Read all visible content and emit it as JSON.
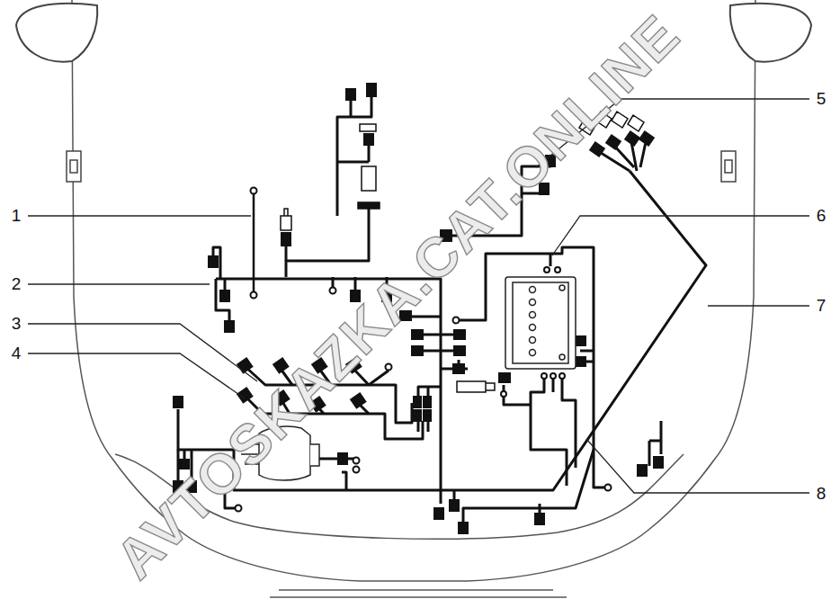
{
  "diagram": {
    "labels": [
      "1",
      "2",
      "3",
      "4",
      "5",
      "6",
      "7",
      "8",
      "AVTOSKAZKA.CAT.ONLINE"
    ]
  }
}
